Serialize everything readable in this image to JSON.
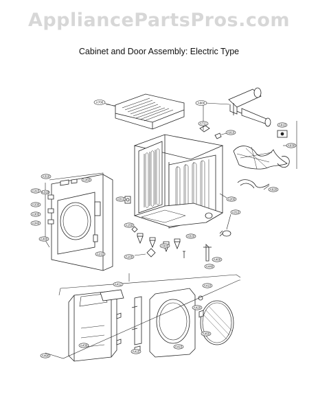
{
  "watermark": "AppliancePartsPros.com",
  "title": "Cabinet and Door Assembly: Electric Type",
  "callouts": [
    "A700",
    "A900",
    "A711",
    "A910",
    "A610",
    "A630",
    "A620",
    "A200",
    "A310",
    "A316",
    "A315",
    "A320",
    "A330",
    "A305",
    "A340",
    "A350",
    "A300",
    "A210",
    "A510",
    "A150",
    "A520",
    "A100",
    "A500",
    "A400",
    "A440",
    "A412",
    "A410",
    "A420",
    "A430",
    "A415",
    "A450",
    "A490",
    "A415"
  ]
}
